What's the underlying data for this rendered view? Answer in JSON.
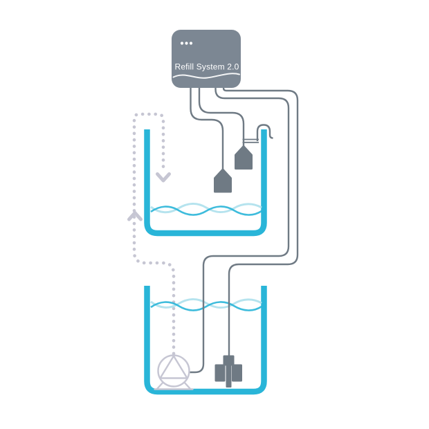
{
  "title": "Refill System 2.0",
  "controller": {
    "label": "Refill System 2.0",
    "led_count": 3
  },
  "colors": {
    "teal": "#29b5d8",
    "wave-light": "#b5e3ee",
    "box-gray": "#7c8793",
    "wire-gray": "#6f7a84",
    "flow-dotted": "#c6c6d3",
    "bg": "#ffffff"
  },
  "components": {
    "controller_unit": "refill-controller-unit",
    "upper_tank": "aquarium-tank",
    "lower_tank": "reservoir-tank",
    "sensor_low": "level-sensor-low",
    "sensor_high": "level-sensor-high",
    "outlet_hook": "refill-outlet-hook",
    "pump": "refill-pump",
    "float_switch": "float-switch",
    "flow_path": "water-flow-path",
    "flow_up_arrow": "flow-arrow-up",
    "flow_down_arrow": "flow-arrow-down"
  }
}
